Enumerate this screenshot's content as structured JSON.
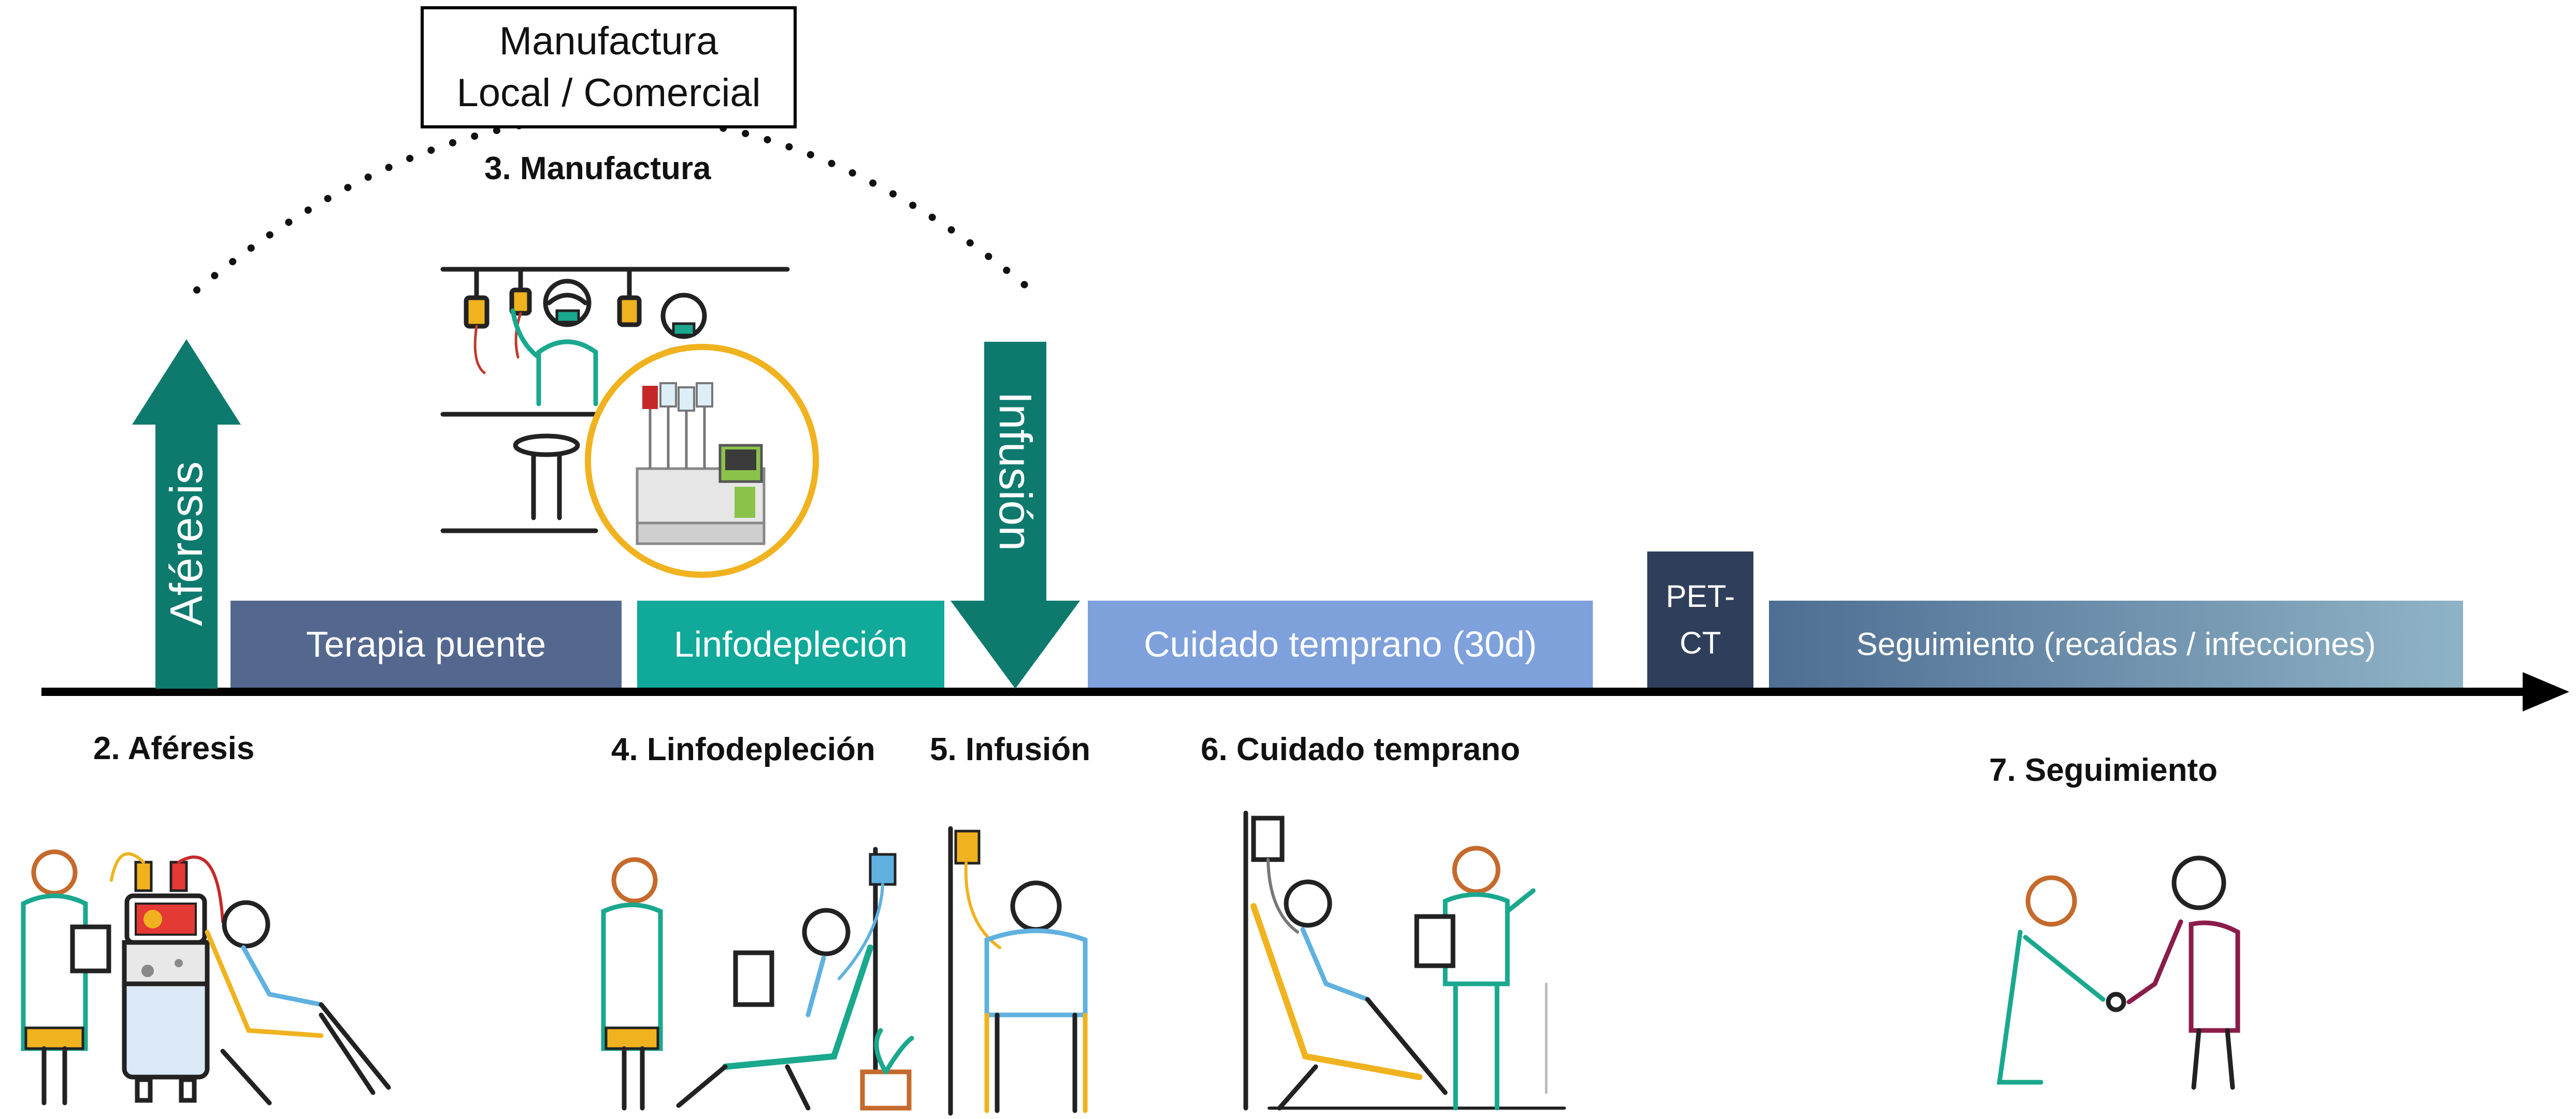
{
  "manufacturing_box": {
    "line1": "Manufactura",
    "line2": "Local / Comercial"
  },
  "step_titles": {
    "manufacturing": "3. Manufactura",
    "apheresis": "2. Aféresis",
    "lymphodepletion": "4. Linfodepleción",
    "infusion": "5. Infusión",
    "early_care": "6. Cuidado temprano",
    "follow_up": "7. Seguimiento"
  },
  "arrows": {
    "apheresis": "Aféresis",
    "infusion": "Infusión"
  },
  "timeline_boxes": {
    "bridging": "Terapia puente",
    "lymphodepletion": "Linfodepleción",
    "early_care": "Cuidado temprano (30d)",
    "pet_line1": "PET-",
    "pet_line2": "CT",
    "follow_up": "Seguimiento (recaídas / infecciones)"
  },
  "colors": {
    "teal_dark": "#0e7a6e",
    "teal": "#10a99a",
    "slate_blue": "#54688f",
    "light_blue": "#7ea1dc",
    "navy": "#2f3f5b",
    "steel_gradient_start": "#4e6e93",
    "steel_gradient_end": "#8fb3c6",
    "figure_green": "#1aa88e",
    "figure_blue": "#5fb1e0",
    "figure_yellow": "#f0b21e",
    "figure_orange": "#c46a2c",
    "figure_maroon": "#8a1c4a"
  }
}
